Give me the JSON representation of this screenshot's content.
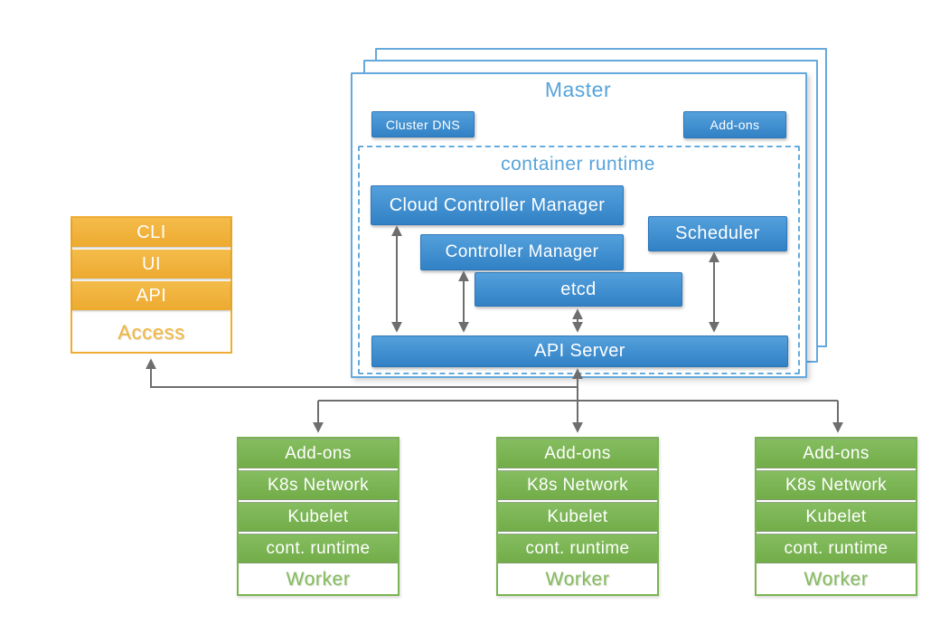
{
  "colors": {
    "blue_box": "#3a86c8",
    "blue_title_text": "#57a4da",
    "orange_accent": "#f0b53e",
    "green_accent": "#7cb956",
    "arrow_grey": "#6e6e6e"
  },
  "master": {
    "title": "Master",
    "cluster_dns": "Cluster DNS",
    "addons": "Add-ons",
    "runtime_title": "container runtime",
    "components": {
      "cloud_controller_manager": "Cloud Controller Manager",
      "controller_manager": "Controller Manager",
      "etcd": "etcd",
      "scheduler": "Scheduler",
      "api_server": "API Server"
    }
  },
  "access_stack": {
    "rows": [
      "CLI",
      "UI",
      "API"
    ],
    "label": "Access"
  },
  "workers": [
    {
      "rows": [
        "Add-ons",
        "K8s Network",
        "Kubelet",
        "cont. runtime"
      ],
      "label": "Worker"
    },
    {
      "rows": [
        "Add-ons",
        "K8s Network",
        "Kubelet",
        "cont. runtime"
      ],
      "label": "Worker"
    },
    {
      "rows": [
        "Add-ons",
        "K8s Network",
        "Kubelet",
        "cont. runtime"
      ],
      "label": "Worker"
    }
  ]
}
